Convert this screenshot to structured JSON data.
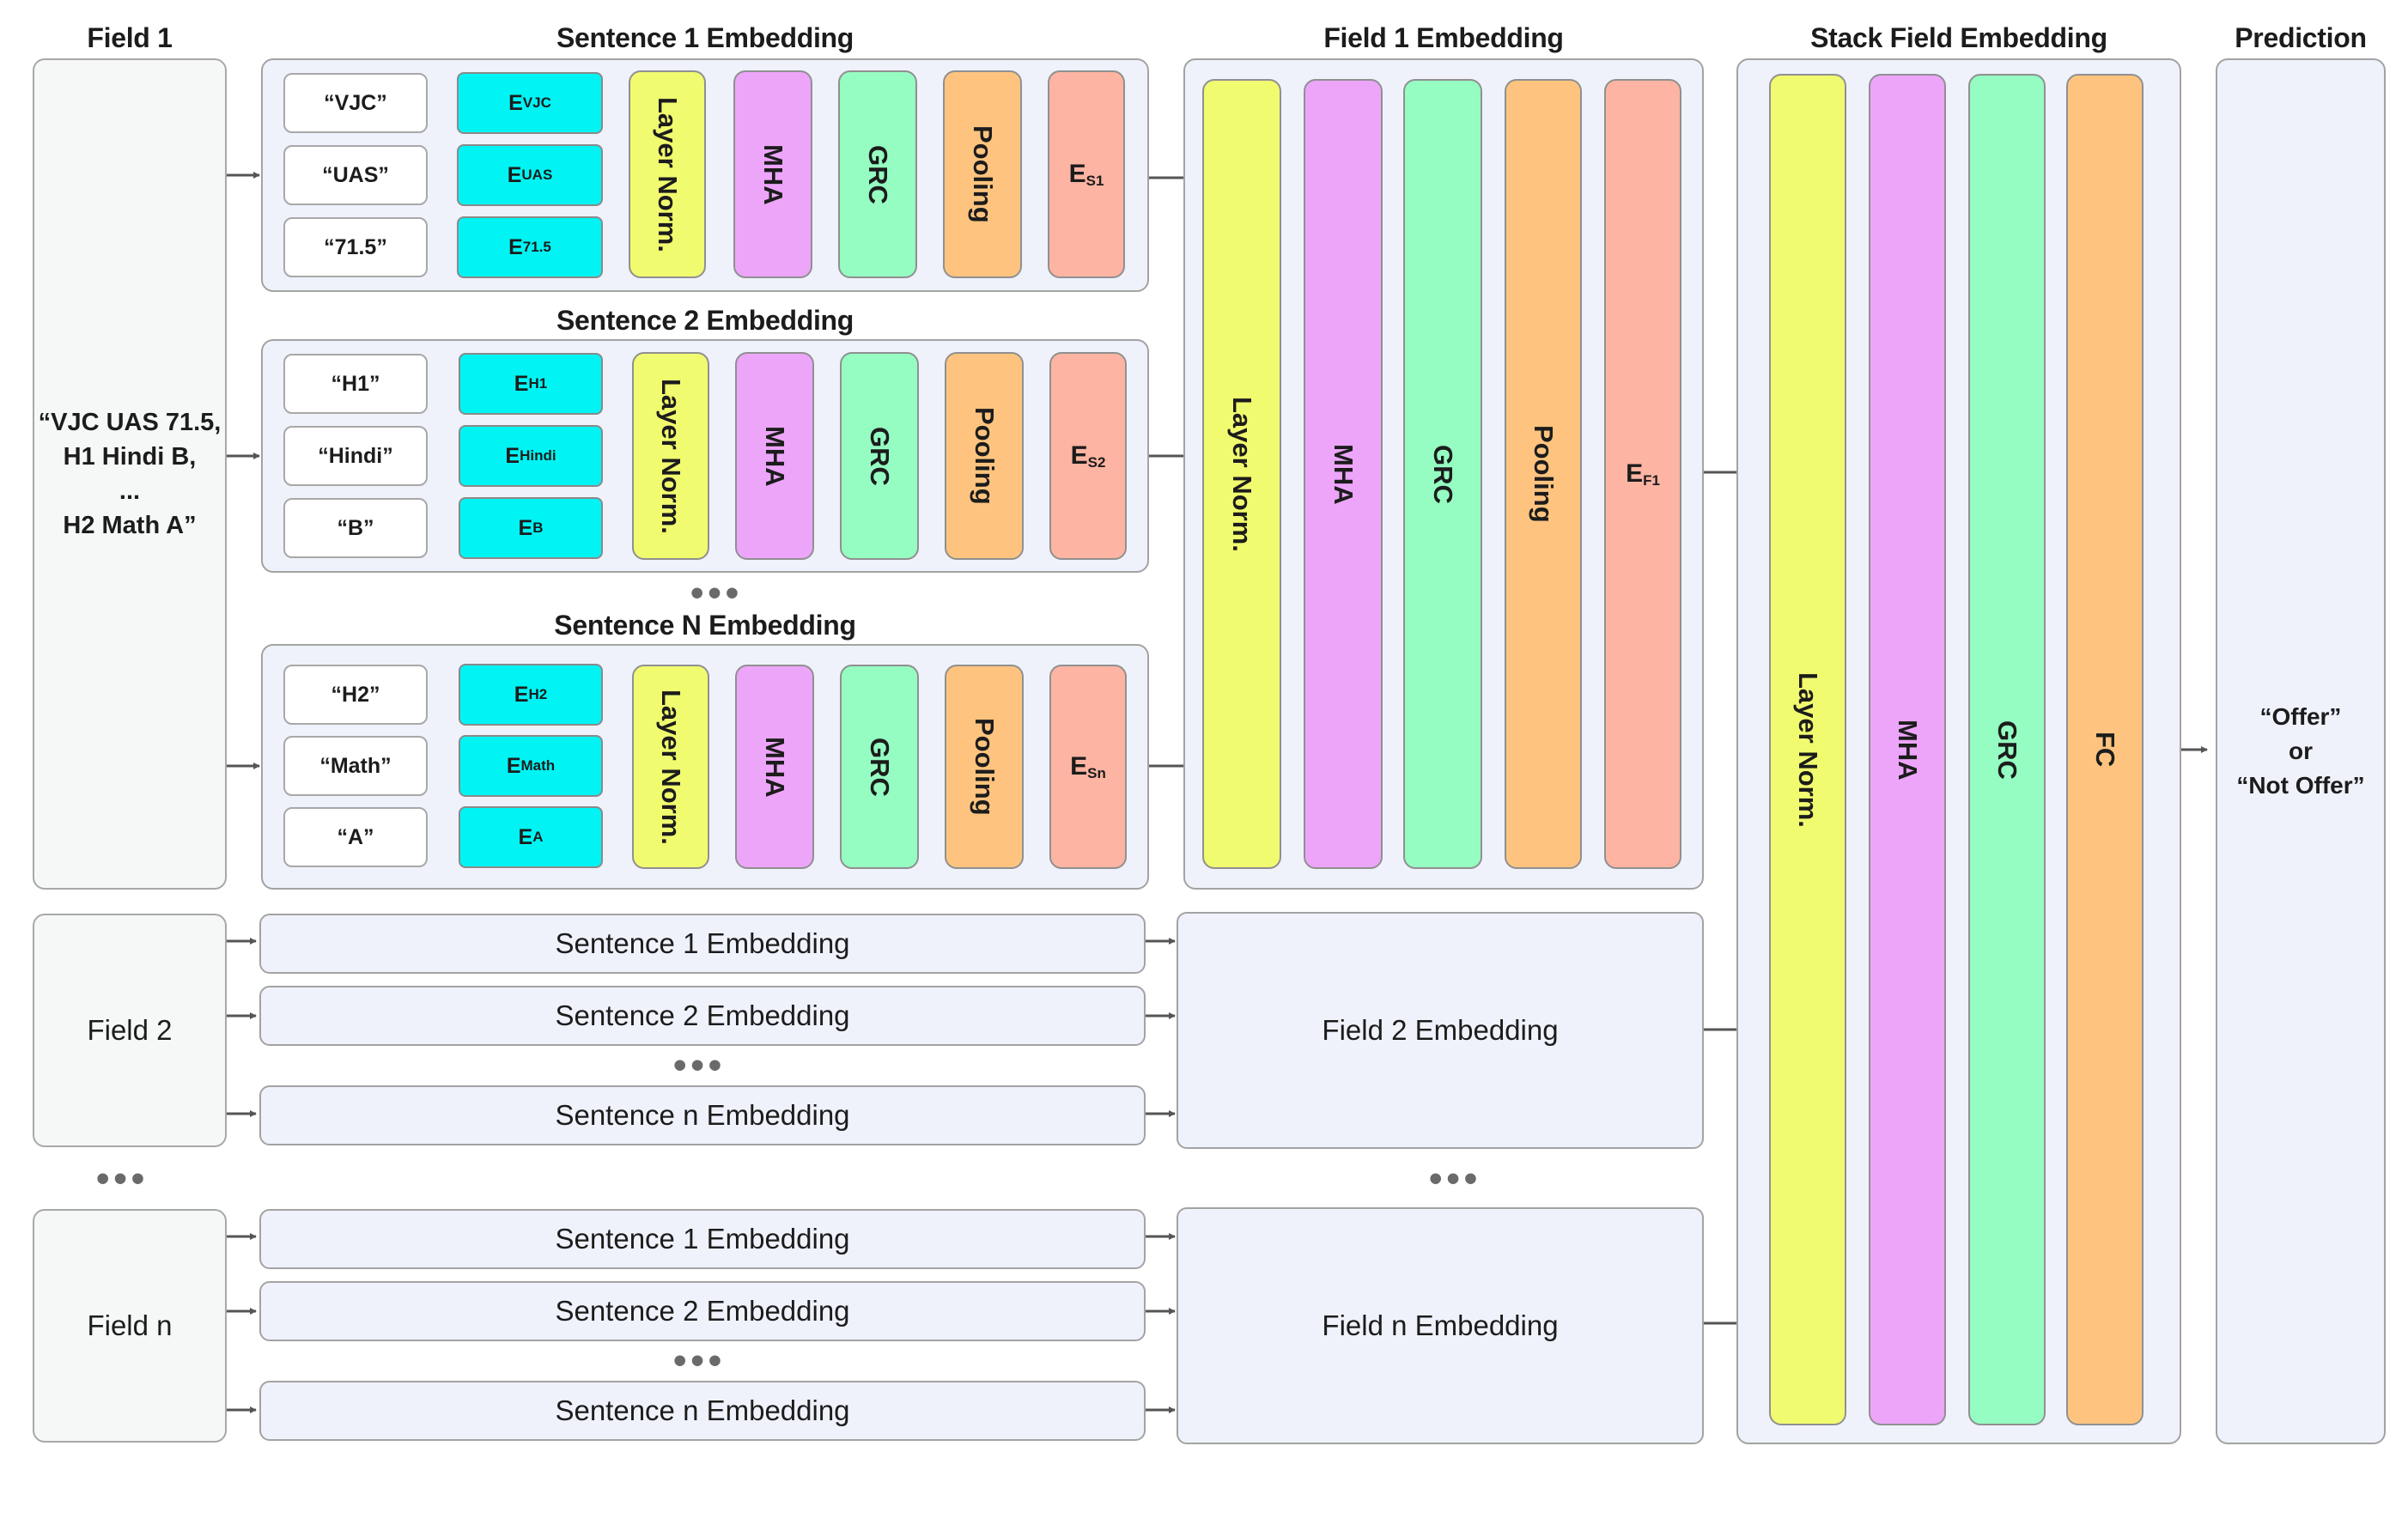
{
  "headers": {
    "field1": "Field 1",
    "sentence1": "Sentence 1 Embedding",
    "sentence2": "Sentence 2 Embedding",
    "sentenceN": "Sentence N Embedding",
    "field1_embedding": "Field 1 Embedding",
    "stack": "Stack Field Embedding",
    "prediction": "Prediction"
  },
  "field1_text": [
    "“VJC UAS 71.5,",
    "H1 Hindi B,",
    "...",
    "H2 Math A”"
  ],
  "sentences": [
    {
      "tokens": [
        "“VJC”",
        "“UAS”",
        "“71.5”"
      ],
      "emb_subs": [
        "VJC",
        "UAS",
        "71.5"
      ],
      "out_sub": "S1"
    },
    {
      "tokens": [
        "“H1”",
        "“Hindi”",
        "“B”"
      ],
      "emb_subs": [
        "H1",
        "Hindi",
        "B"
      ],
      "out_sub": "S2"
    },
    {
      "tokens": [
        "“H2”",
        "“Math”",
        "“A”"
      ],
      "emb_subs": [
        "H2",
        "Math",
        "A"
      ],
      "out_sub": "Sn"
    }
  ],
  "layers": {
    "emb_letter": "E",
    "layer_norm": "Layer Norm.",
    "mha": "MHA",
    "grc": "GRC",
    "pooling": "Pooling",
    "fc": "FC",
    "field_out_sub": "F1"
  },
  "field2": {
    "label": "Field 2",
    "sentences": [
      "Sentence 1 Embedding",
      "Sentence 2 Embedding",
      "Sentence n Embedding"
    ],
    "embedding": "Field 2 Embedding"
  },
  "fieldn": {
    "label": "Field n",
    "sentences": [
      "Sentence 1 Embedding",
      "Sentence 2 Embedding",
      "Sentence n Embedding"
    ],
    "embedding": "Field n Embedding"
  },
  "prediction": [
    "“Offer”",
    "or",
    "“Not Offer”"
  ],
  "colors": {
    "layer_norm": "#f1fb6f",
    "mha": "#eda5fa",
    "grc": "#95fdc1",
    "pooling": "#fec47f",
    "sentence_out": "#fdb4a2",
    "token_embedding": "#00f4f4",
    "panel": "#eff2fb"
  }
}
